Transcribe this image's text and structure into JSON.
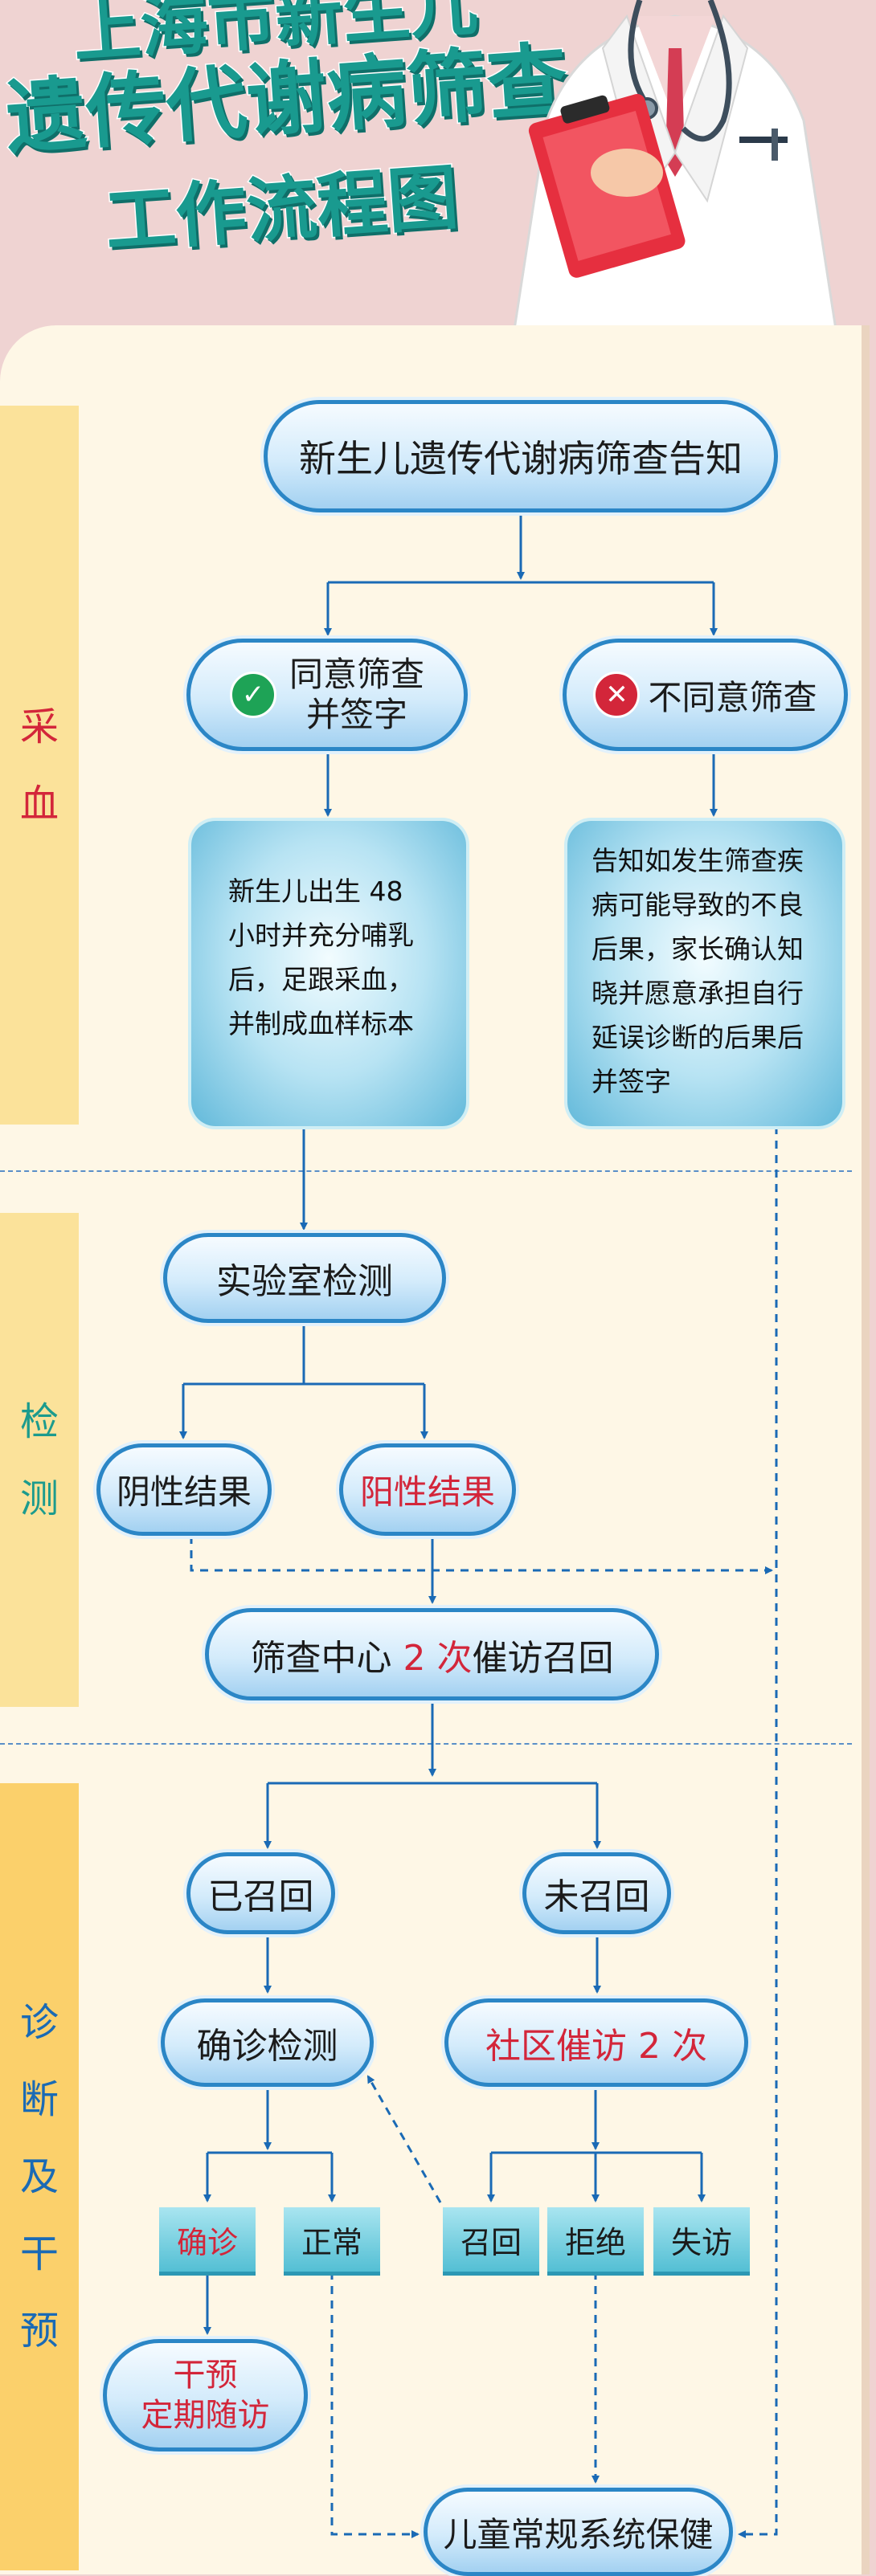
{
  "header": {
    "title_line1": "上海市新生儿",
    "title_line2": "遗传代谢病筛查",
    "title_line3": "工作流程图"
  },
  "stages": {
    "collection": [
      "采",
      "血"
    ],
    "testing": [
      "检",
      "测"
    ],
    "diagnosis": [
      "诊",
      "断",
      "及",
      "干",
      "预"
    ]
  },
  "nodes": {
    "notice": "新生儿遗传代谢病筛查告知",
    "agree": [
      "同意筛查",
      "并签字"
    ],
    "disagree": "不同意筛查",
    "sampling_card": [
      "新生儿出生 48",
      "小时并充分哺乳",
      "后，足跟采血，",
      "并制成血样标本"
    ],
    "refusal_card": [
      "告知如发生筛查疾",
      "病可能导致的不良",
      "后果，家长确认知",
      "晓并愿意承担自行",
      "延误诊断的后果后",
      "并签字"
    ],
    "lab_test": "实验室检测",
    "negative": "阴性结果",
    "positive": "阳性结果",
    "recall_before": "筛查中心 ",
    "recall_count": "2 次",
    "recall_after": "催访召回",
    "recalled": "已召回",
    "not_recalled": "未召回",
    "confirm_test": "确诊检测",
    "community_before": "社区催访 ",
    "community_count": "2 次",
    "confirmed": "确诊",
    "normal": "正常",
    "recall": "召回",
    "refuse": "拒绝",
    "lost": "失访",
    "intervention": [
      "干预",
      "定期随访"
    ],
    "routine_care": "儿童常规系统保健"
  },
  "colors": {
    "teal_title": "#199a8f",
    "accent_red": "#d3263a",
    "arrow_blue": "#1a6ab5",
    "panel": "#fef7e6"
  },
  "icons": {
    "agree": "check-circle-icon",
    "disagree": "cross-circle-icon"
  }
}
